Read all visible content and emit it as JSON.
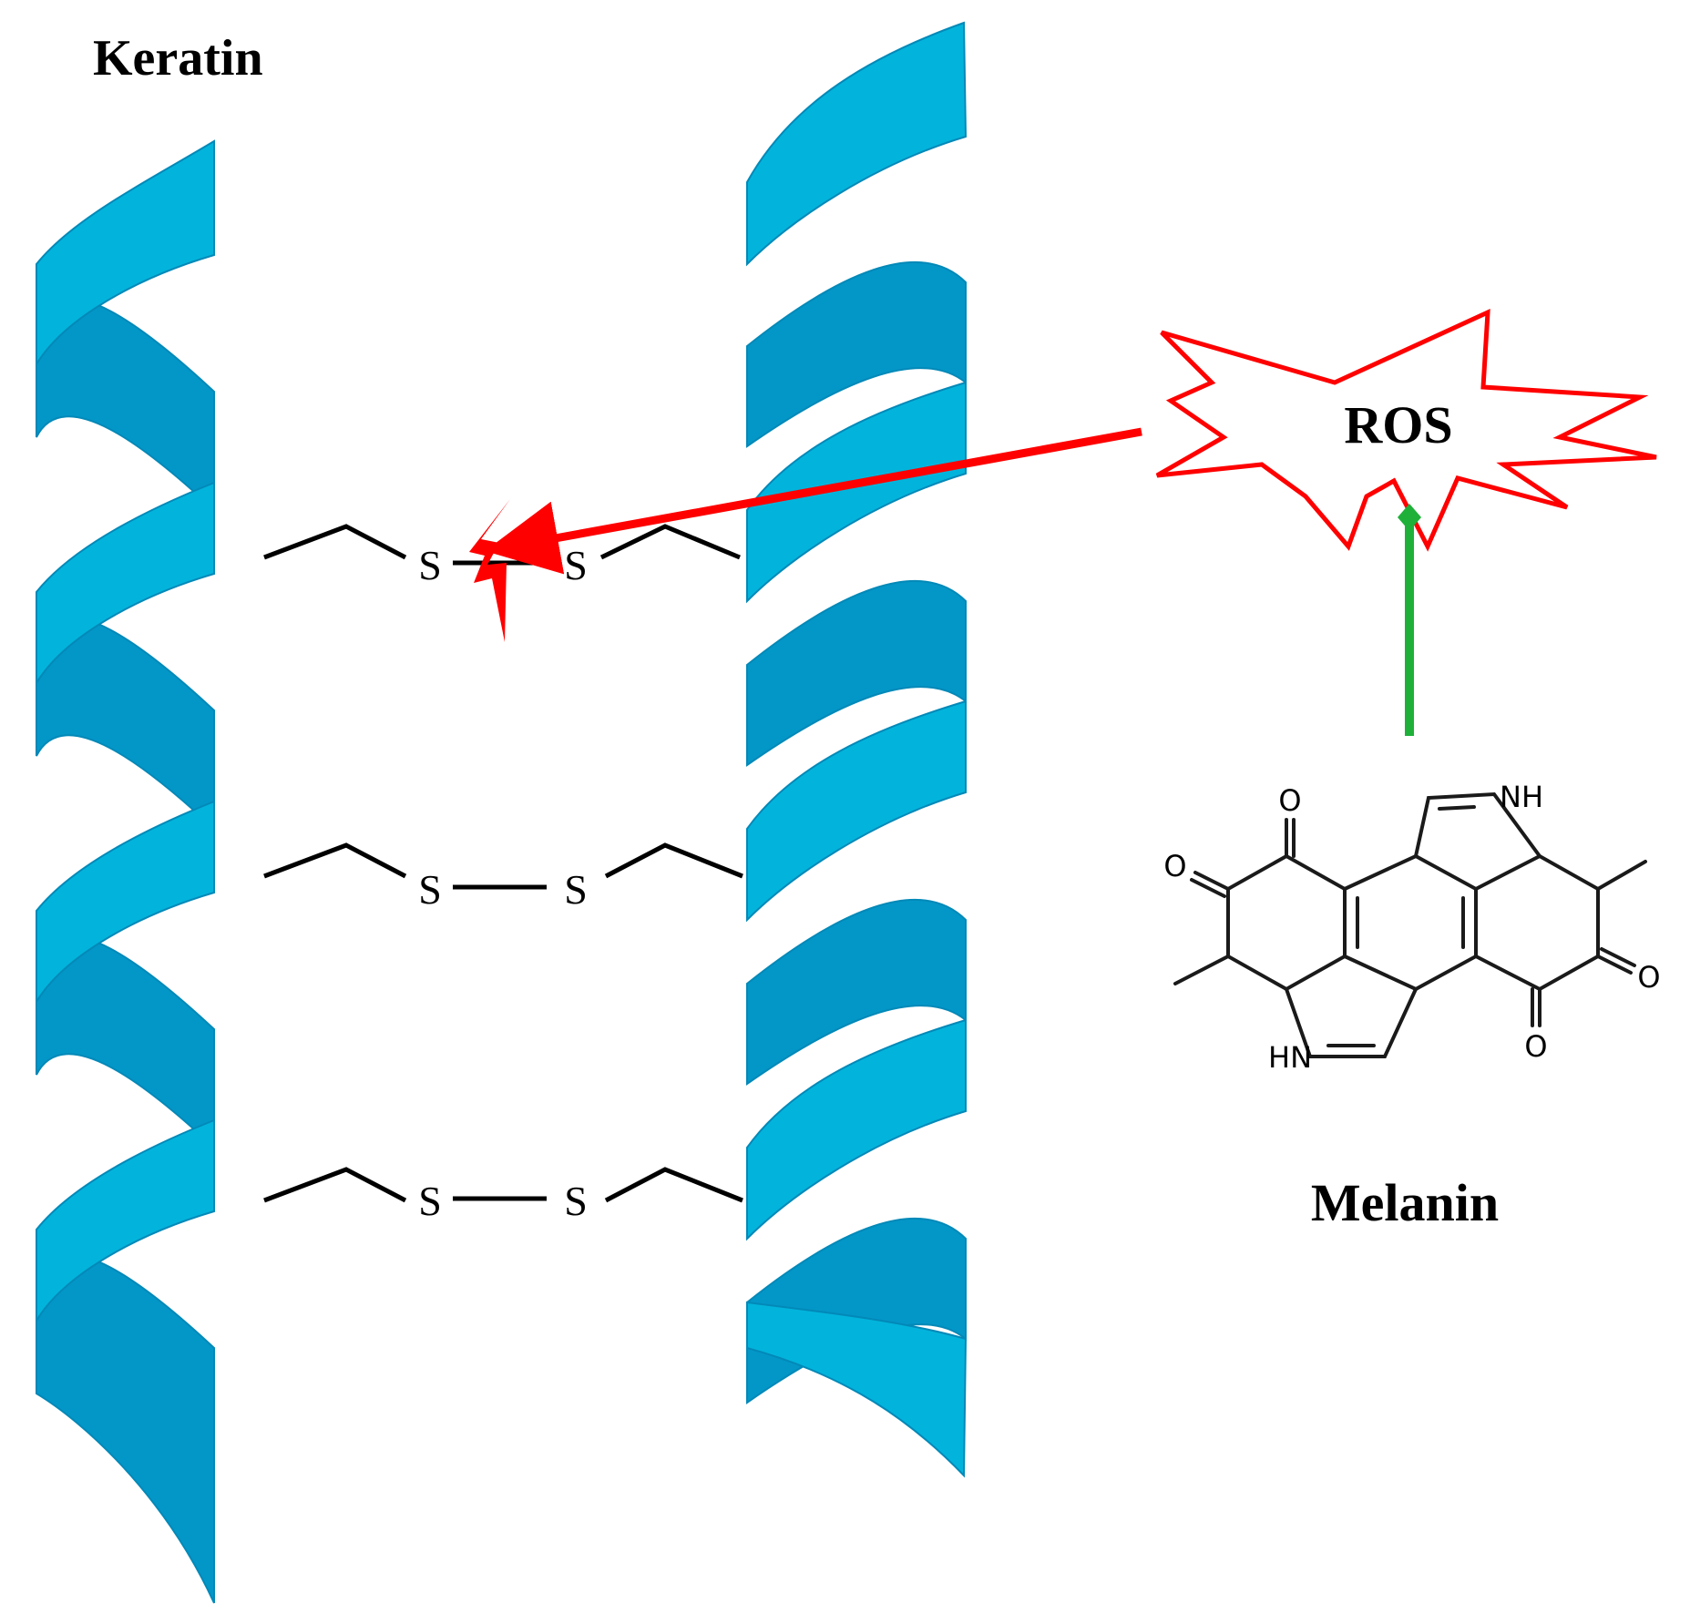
{
  "labels": {
    "keratin": "Keratin",
    "ros": "ROS",
    "melanin": "Melanin"
  },
  "bonds": {
    "top_left_s": "S",
    "top_right_s": "S",
    "mid_left_s": "S",
    "mid_right_s": "S",
    "bot_left_s": "S",
    "bot_right_s": "S"
  },
  "molecule": {
    "o_top": "O",
    "nh_top": "NH",
    "o_left": "O",
    "o_right": "O",
    "hn_bottom": "HN",
    "o_bottom": "O"
  },
  "colors": {
    "helix_light": "#02b4dc",
    "helix_dark": "#0397c8",
    "ros_red": "#ff0000",
    "inhibit_green": "#1fb03a"
  }
}
